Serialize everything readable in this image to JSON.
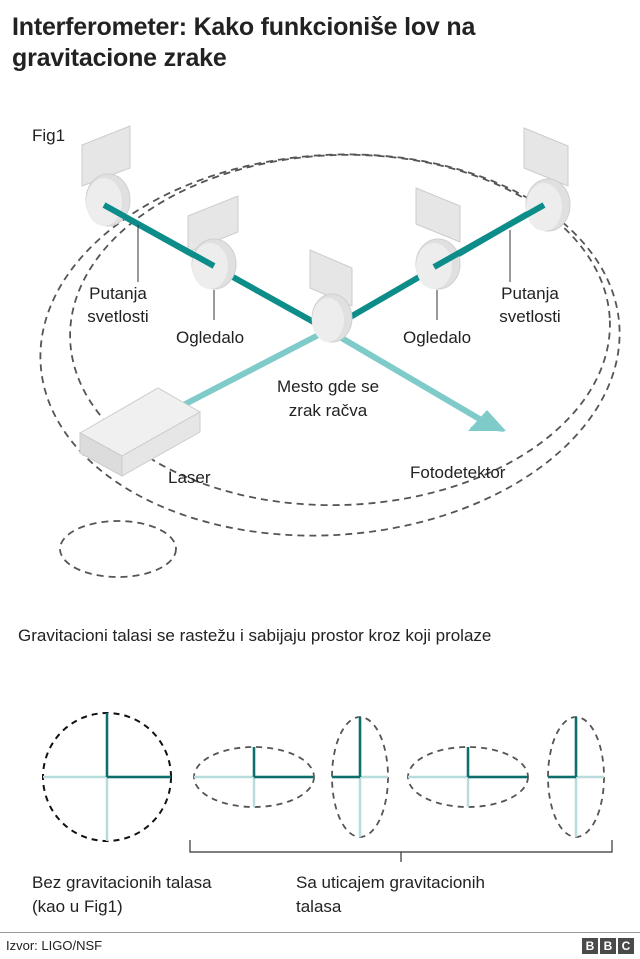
{
  "title": "Interferometer: Kako funkcioniše lov na gravitacione zrake",
  "diagram": {
    "fig_label": "Fig1",
    "path_left": [
      "Putanja",
      "svetlosti"
    ],
    "path_right": [
      "Putanja",
      "svetlosti"
    ],
    "mirror_left": "Ogledalo",
    "mirror_right": "Ogledalo",
    "splitter": [
      "Mesto gde se",
      "zrak račva"
    ],
    "laser": "Laser",
    "photodetector": "Fotodetektor"
  },
  "explanation": "Gravitacioni talasi se rastežu i sabijaju prostor kroz koji prolaze",
  "panels": {
    "without": [
      "Bez gravitacionih talasa",
      "(kao u Fig1)"
    ],
    "with": [
      "Sa uticajem gravitacionih",
      "talasa"
    ]
  },
  "source": "Izvor: LIGO/NSF",
  "brand": [
    "B",
    "B",
    "C"
  ],
  "colors": {
    "beam_dark": "#0d8d8a",
    "beam_light": "#7fcbca",
    "mirror": "#e0e0e0",
    "dash": "#555555"
  }
}
